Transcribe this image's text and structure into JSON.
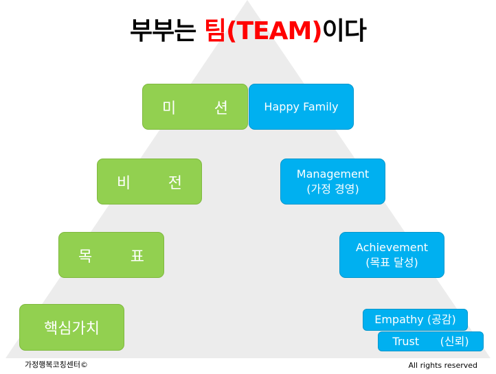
{
  "title": {
    "main": "부부는 ",
    "accent": "팀(TEAM)",
    "tail": "이다"
  },
  "left_levels": [
    {
      "a": "미",
      "b": "션"
    },
    {
      "a": "비",
      "b": "전"
    },
    {
      "a": "목",
      "b": "표"
    },
    {
      "a": "핵심가치"
    }
  ],
  "right_levels": [
    {
      "line1": "Happy Family"
    },
    {
      "line1": "Management",
      "line2": "(가정 경영)"
    },
    {
      "line1": "Achievement",
      "line2": "(목표 달성)"
    },
    {
      "line1": "Empathy (공감)"
    },
    {
      "line1": "Trust      (신뢰)"
    }
  ],
  "footer": {
    "left": "가정행복코칭센터©",
    "right": "All rights reserved"
  },
  "colors": {
    "green": "#92d050",
    "blue": "#00b0f0",
    "accent": "#ff0000",
    "pyramid": "#ececec"
  }
}
